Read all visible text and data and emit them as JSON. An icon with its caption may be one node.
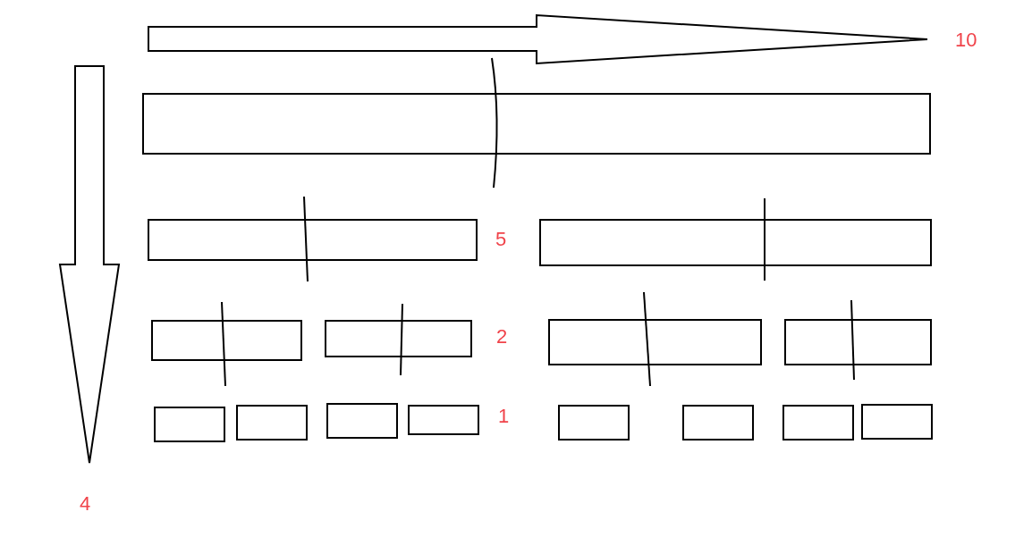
{
  "diagram": {
    "nodes": [
      {
        "text": [],
        "shape": "box"
      },
      {
        "text": [],
        "shape": "box"
      },
      {
        "text": [],
        "shape": "box"
      },
      {
        "text": [],
        "shape": "box"
      },
      {
        "text": [],
        "shape": "box"
      },
      {
        "text": [],
        "shape": "box"
      },
      {
        "text": [],
        "shape": "box"
      },
      {
        "text": [],
        "shape": "box"
      },
      {
        "text": [],
        "shape": "box"
      },
      {
        "text": [],
        "shape": "box"
      },
      {
        "text": [],
        "shape": "box"
      },
      {
        "text": [],
        "shape": "box"
      },
      {
        "text": [],
        "shape": "box"
      },
      {
        "text": [],
        "shape": "box"
      },
      {
        "text": [],
        "shape": "box"
      }
    ],
    "labels": [
      "10",
      "5",
      "2",
      "1",
      "4"
    ]
  }
}
